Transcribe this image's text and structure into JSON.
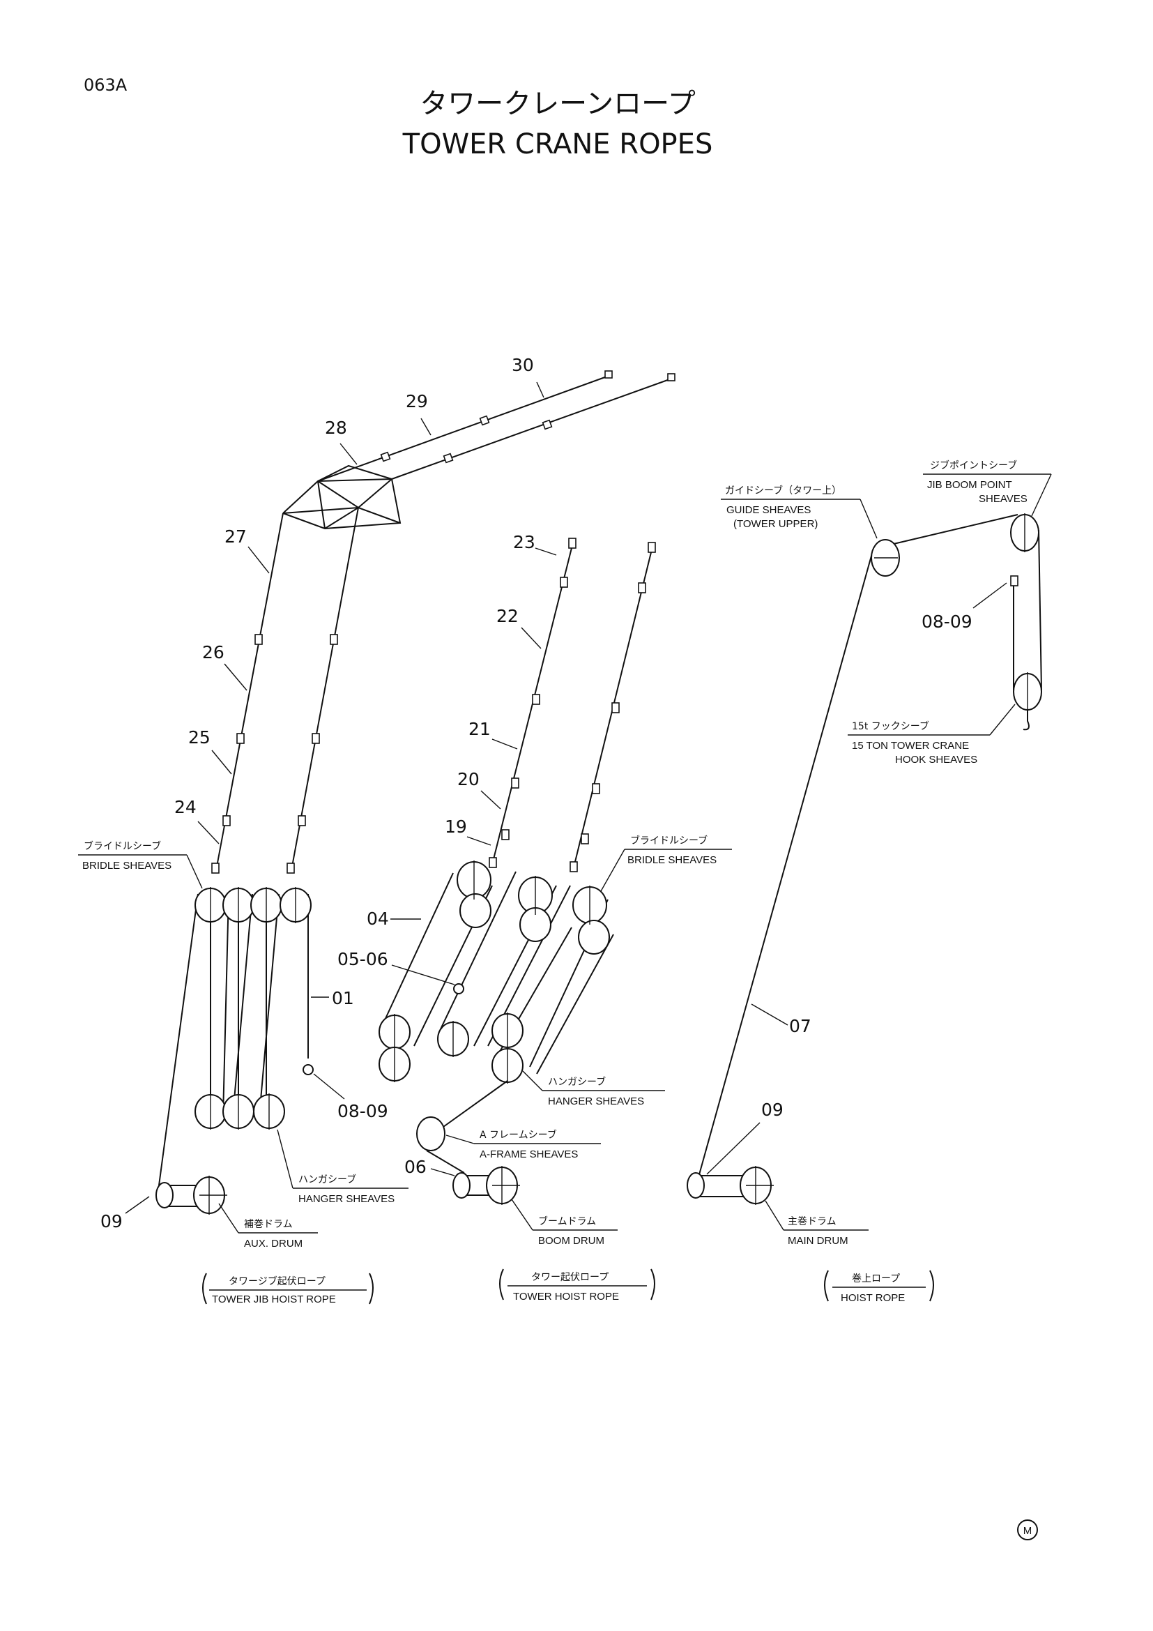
{
  "page_code": "063A",
  "title_jp": "タワークレーンロープ",
  "title_en": "TOWER CRANE ROPES",
  "mark": "M",
  "part_numbers": {
    "p30": "30",
    "p29": "29",
    "p28": "28",
    "p27": "27",
    "p26": "26",
    "p25": "25",
    "p24": "24",
    "p23": "23",
    "p22": "22",
    "p21": "21",
    "p20": "20",
    "p19": "19",
    "p04": "04",
    "p05_06": "05-06",
    "p01": "01",
    "p08_09_left": "08-09",
    "p09_left": "09",
    "p06": "06",
    "p07": "07",
    "p09_right": "09",
    "p08_09_right": "08-09"
  },
  "labels": {
    "bridle_left_jp": "ブライドルシーブ",
    "bridle_left_en": "BRIDLE SHEAVES",
    "bridle_mid_jp": "ブライドルシーブ",
    "bridle_mid_en": "BRIDLE SHEAVES",
    "hanger_mid_jp": "ハンガシーブ",
    "hanger_mid_en": "HANGER SHEAVES",
    "hanger_left_jp": "ハンガシーブ",
    "hanger_left_en": "HANGER SHEAVES",
    "aframe_jp": "A フレームシーブ",
    "aframe_en": "A-FRAME SHEAVES",
    "guide_jp": "ガイドシーブ（タワー上）",
    "guide_en_1": "GUIDE SHEAVES",
    "guide_en_2": "(TOWER UPPER)",
    "jibpoint_jp": "ジブポイントシーブ",
    "jibpoint_en_1": "JIB BOOM POINT",
    "jibpoint_en_2": "SHEAVES",
    "hook_jp": "15t フックシーブ",
    "hook_en_1": "15 TON TOWER CRANE",
    "hook_en_2": "HOOK SHEAVES",
    "aux_drum_jp": "補巻ドラム",
    "aux_drum_en": "AUX. DRUM",
    "boom_drum_jp": "ブームドラム",
    "boom_drum_en": "BOOM DRUM",
    "main_drum_jp": "主巻ドラム",
    "main_drum_en": "MAIN DRUM"
  },
  "rope_groups": {
    "left_jp": "タワージブ起伏ロープ",
    "left_en": "TOWER JIB HOIST ROPE",
    "mid_jp": "タワー起伏ロープ",
    "mid_en": "TOWER HOIST ROPE",
    "right_jp": "巻上ロープ",
    "right_en": "HOIST ROPE"
  }
}
